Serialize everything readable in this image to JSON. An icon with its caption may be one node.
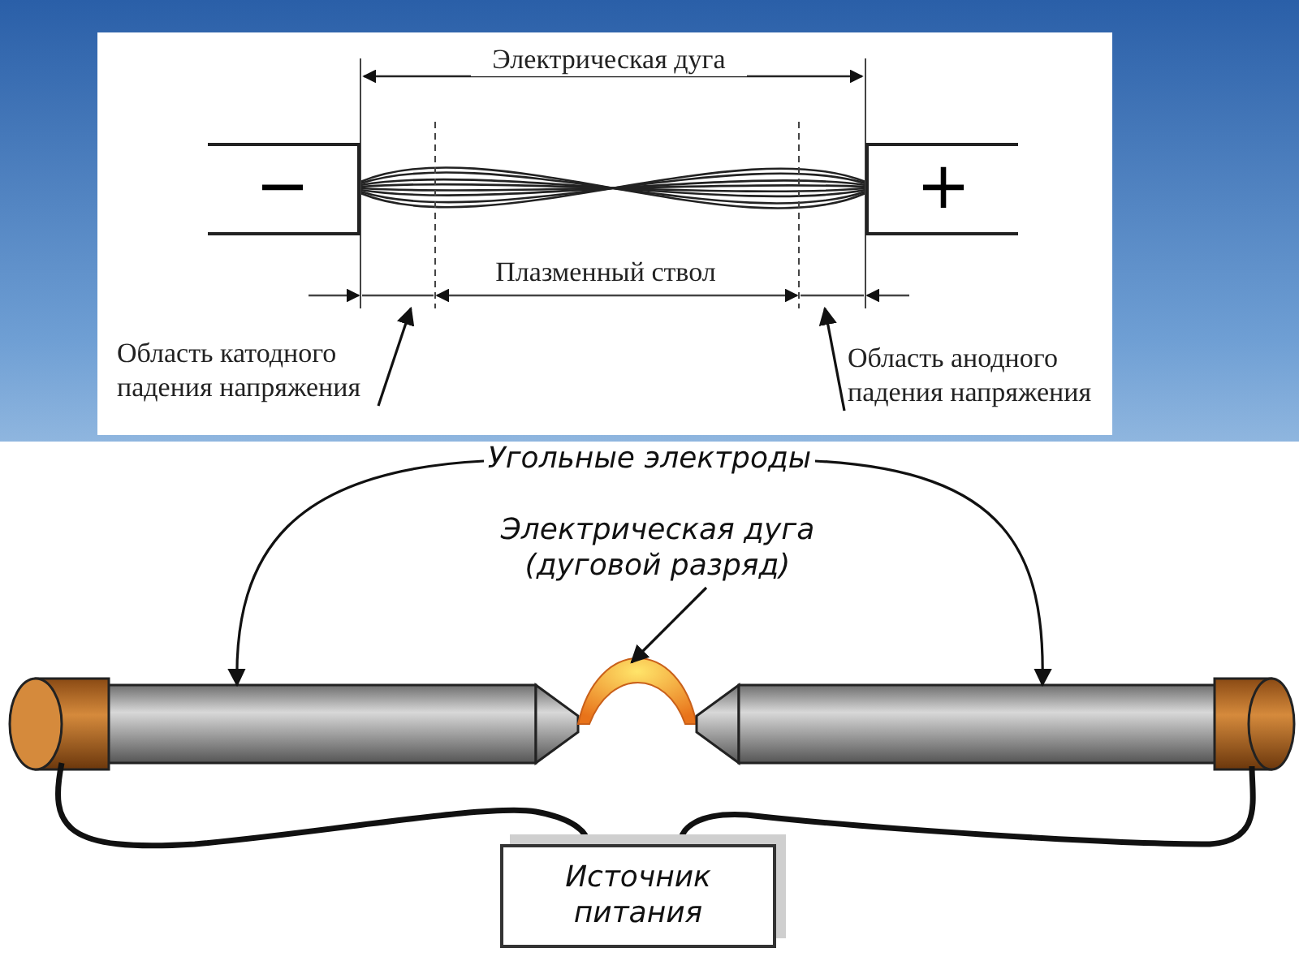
{
  "diagram": {
    "nodes": [
      {
        "text": [
          "−"
        ]
      },
      {
        "text": [
          "+"
        ]
      },
      {
        "text": [
          "Область катодного падения напряжения"
        ]
      },
      {
        "text": [
          "Область анодного падения напряжения"
        ]
      },
      {
        "text": [
          "Угольные электроды"
        ]
      },
      {
        "text": [
          "Электрическая дуга (дуговой разряд)"
        ]
      },
      {
        "text": [],
        "shape": "bar"
      },
      {
        "text": [],
        "shape": "arc"
      },
      {
        "text": [],
        "shape": "bar"
      },
      {
        "text": [
          "Источник питания"
        ]
      }
    ],
    "edges": [
      {
        "from": 2,
        "to": null,
        "arrow": "to"
      },
      {
        "from": 3,
        "to": null,
        "arrow": "to"
      },
      {
        "from": 4,
        "to": 6,
        "arrow": "to"
      },
      {
        "from": 4,
        "to": 8,
        "arrow": "to"
      },
      {
        "from": 5,
        "to": 7,
        "arrow": "to"
      },
      {
        "from": 6,
        "to": 9,
        "arrow": "none",
        "style": "thick"
      },
      {
        "from": 9,
        "to": 8,
        "arrow": "none",
        "style": "thick"
      }
    ],
    "labels": [
      "Электрическая дуга",
      "Плазменный ствол"
    ]
  }
}
